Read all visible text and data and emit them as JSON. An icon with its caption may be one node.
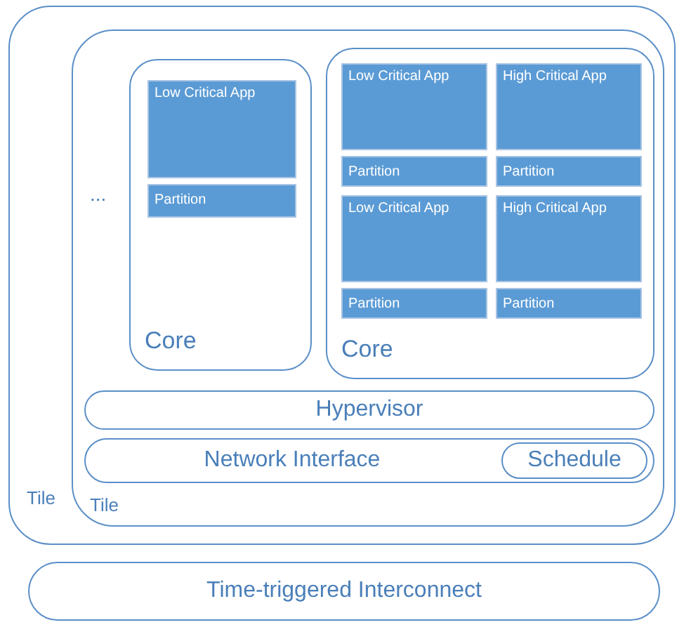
{
  "diagram": {
    "nodes": [
      {
        "text": [
          "Tile"
        ]
      },
      {
        "text": [
          "Tile"
        ],
        "in": 0
      },
      {
        "text": [
          "Core"
        ],
        "in": 1
      },
      {
        "text": [
          "Low Critical App"
        ],
        "in": 2
      },
      {
        "text": [
          "Partition"
        ],
        "in": 2
      },
      {
        "text": [
          "Core"
        ],
        "in": 1
      },
      {
        "text": [
          "Low Critical App"
        ],
        "in": 5
      },
      {
        "text": [
          "Partition"
        ],
        "in": 5
      },
      {
        "text": [
          "High Critical App"
        ],
        "in": 5
      },
      {
        "text": [
          "Partition"
        ],
        "in": 5
      },
      {
        "text": [
          "Low Critical App"
        ],
        "in": 5
      },
      {
        "text": [
          "Partition"
        ],
        "in": 5
      },
      {
        "text": [
          "High Critical App"
        ],
        "in": 5
      },
      {
        "text": [
          "Partition"
        ],
        "in": 5
      },
      {
        "text": [
          "Hypervisor"
        ],
        "in": 1
      },
      {
        "text": [
          "Network Interface"
        ],
        "in": 1
      },
      {
        "text": [
          "Schedule"
        ],
        "in": 15
      },
      {
        "text": [
          "Time-triggered Interconnect"
        ]
      }
    ],
    "labels": [
      "..."
    ]
  }
}
